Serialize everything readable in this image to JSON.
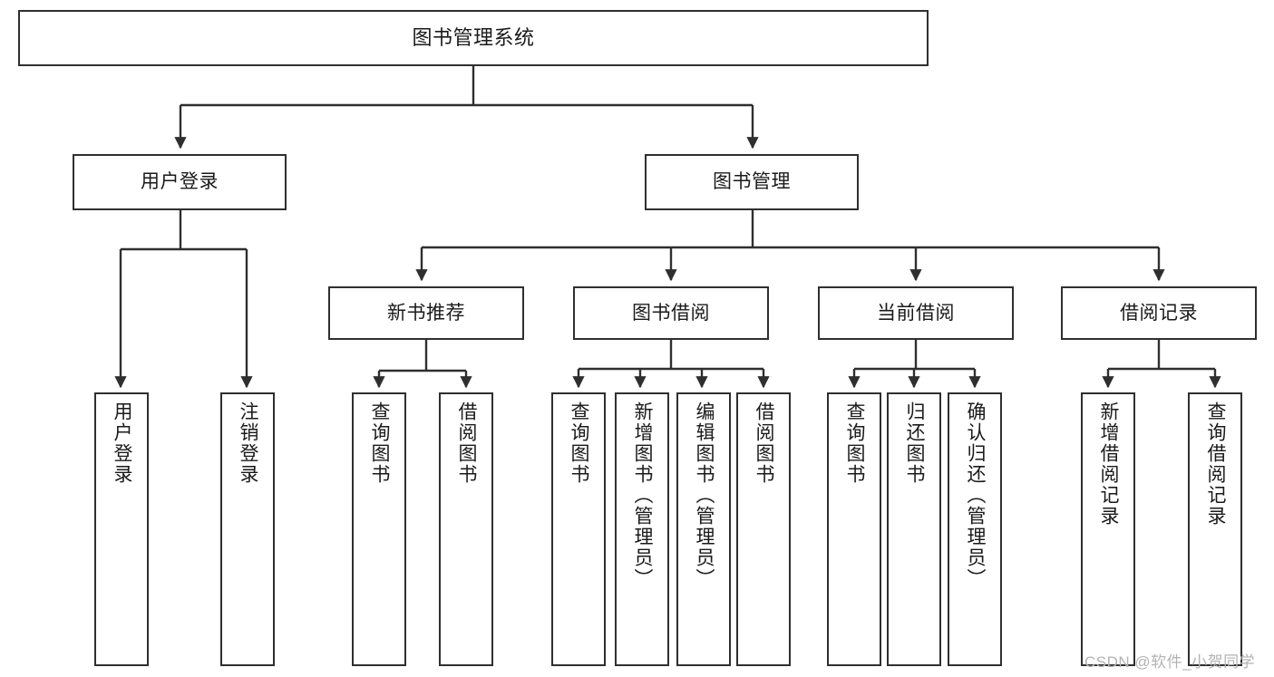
{
  "diagram": {
    "title": "图书管理系统",
    "type": "functional-structure-tree",
    "stroke_color": "#2f2f2f",
    "background_color": "#ffffff",
    "text_color": "#1a1a1a"
  },
  "nodes": {
    "root": {
      "label": "图书管理系统"
    },
    "level2": [
      {
        "id": "user-login",
        "label": "用户登录"
      },
      {
        "id": "book-manage",
        "label": "图书管理"
      }
    ],
    "level3": [
      {
        "id": "new-book-recommend",
        "label": "新书推荐"
      },
      {
        "id": "book-borrow",
        "label": "图书借阅"
      },
      {
        "id": "current-borrow",
        "label": "当前借阅"
      },
      {
        "id": "borrow-record",
        "label": "借阅记录"
      }
    ],
    "leaves": {
      "user_login": [
        {
          "id": "leaf-user-login",
          "label": "用户登录"
        },
        {
          "id": "leaf-logout",
          "label": "注销登录"
        }
      ],
      "new_book_recommend": [
        {
          "id": "leaf-query-book-1",
          "label": "查询图书"
        },
        {
          "id": "leaf-borrow-book-1",
          "label": "借阅图书"
        }
      ],
      "book_borrow": [
        {
          "id": "leaf-query-book-2",
          "label": "查询图书"
        },
        {
          "id": "leaf-add-book",
          "label": "新增图书（管理员）"
        },
        {
          "id": "leaf-edit-book",
          "label": "编辑图书（管理员）"
        },
        {
          "id": "leaf-borrow-book-2",
          "label": "借阅图书"
        }
      ],
      "current_borrow": [
        {
          "id": "leaf-query-book-3",
          "label": "查询图书"
        },
        {
          "id": "leaf-return-book",
          "label": "归还图书"
        },
        {
          "id": "leaf-confirm-return",
          "label": "确认归还（管理员）"
        }
      ],
      "borrow_record": [
        {
          "id": "leaf-add-record",
          "label": "新增借阅记录"
        },
        {
          "id": "leaf-query-record",
          "label": "查询借阅记录"
        }
      ]
    }
  },
  "watermark": {
    "text": "CSDN @软件_小贺同学"
  }
}
